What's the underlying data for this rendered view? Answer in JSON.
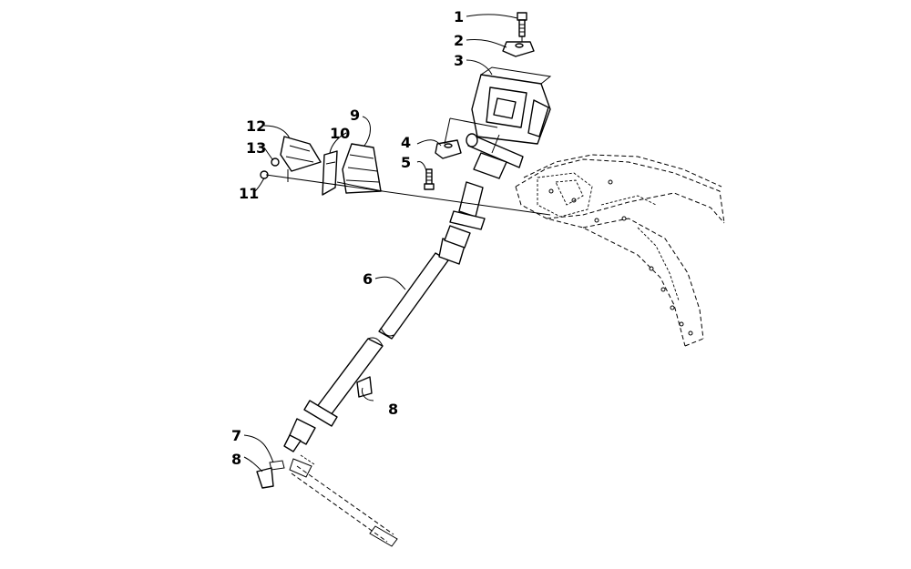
{
  "diagram": {
    "callouts": {
      "c1": "1",
      "c2": "2",
      "c3": "3",
      "c4": "4",
      "c5": "5",
      "c6": "6",
      "c7": "7",
      "c8_upper": "8",
      "c8_lower": "8",
      "c9": "9",
      "c10": "10",
      "c11": "11",
      "c12": "12",
      "c13": "13"
    }
  }
}
